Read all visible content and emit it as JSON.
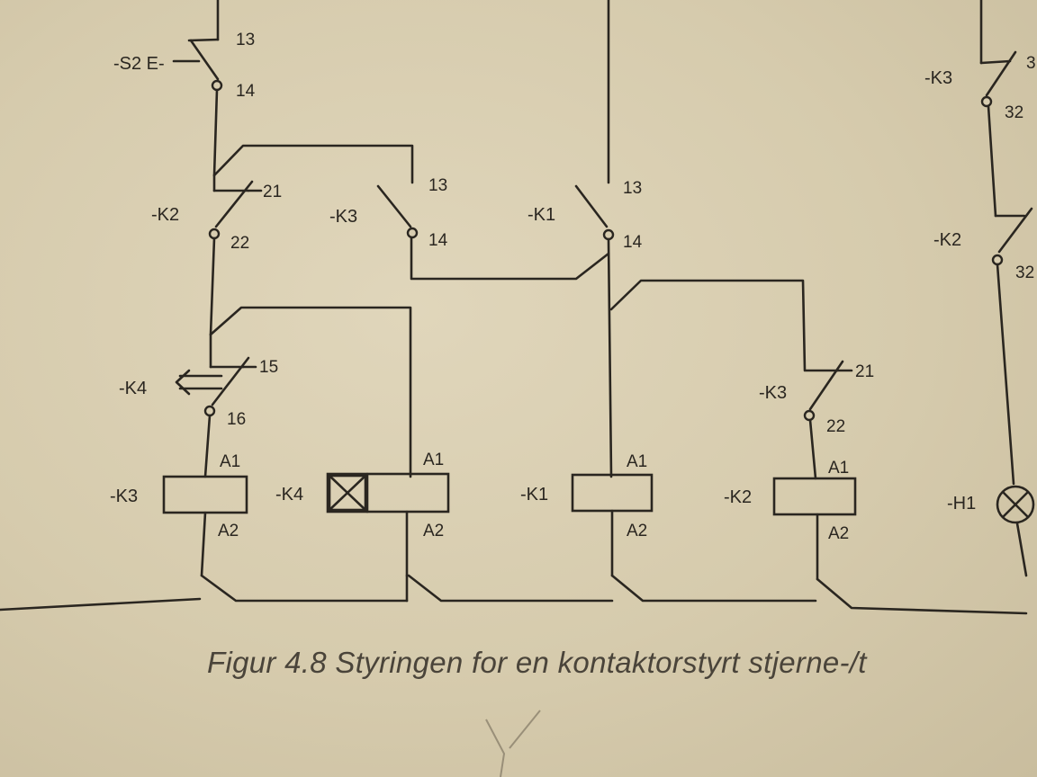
{
  "caption": "Figur 4.8 Styringen for en kontaktorstyrt stjerne-/t",
  "labels": {
    "s2": "-S2 E-",
    "k2_contact": "-K2",
    "k3_contact": "-K3",
    "k1_contact": "-K1",
    "k4_contact": "-K4",
    "k3_nc_contact": "-K3",
    "k3_right": "-K3",
    "k2_right": "-K2",
    "k3_coil": "-K3",
    "k4_coil": "-K4",
    "k1_coil": "-K1",
    "k2_coil": "-K2",
    "h1": "-H1"
  },
  "pins": {
    "s2_top": "13",
    "s2_bot": "14",
    "k2_top": "21",
    "k2_bot": "22",
    "k3_top": "13",
    "k3_bot": "14",
    "k1_top": "13",
    "k1_bot": "14",
    "k4_top": "15",
    "k4_bot": "16",
    "k3nc_top": "21",
    "k3nc_bot": "22",
    "k3r_top": "3",
    "k3r_bot": "32",
    "k2r_bot": "32",
    "a1": "A1",
    "a2": "A2"
  },
  "colors": {
    "ink": "#2a2620",
    "paper": "#d8cdb0",
    "caption": "#4a443a"
  }
}
